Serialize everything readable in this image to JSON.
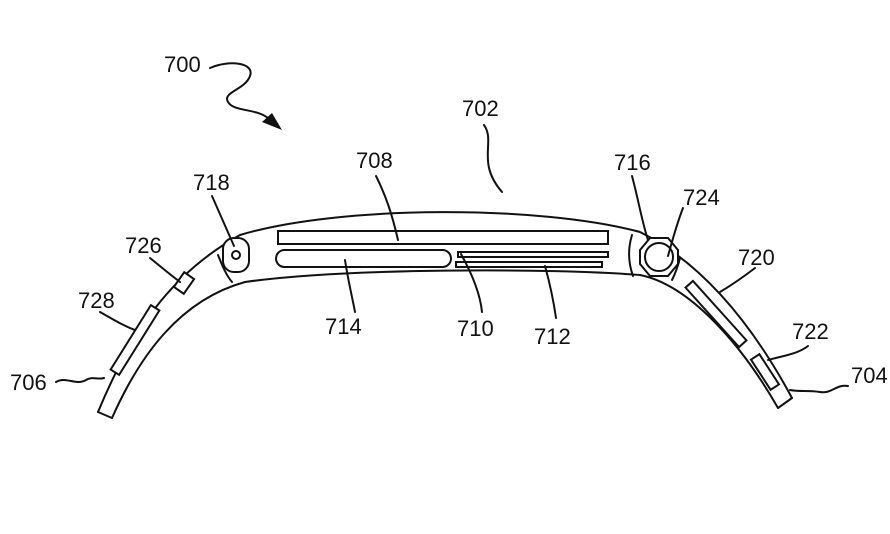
{
  "diagram": {
    "line_color": "#111111",
    "background": "#ffffff",
    "labels": {
      "l700": "700",
      "l702": "702",
      "l704": "704",
      "l706": "706",
      "l708": "708",
      "l710": "710",
      "l712": "712",
      "l714": "714",
      "l716": "716",
      "l718": "718",
      "l720": "720",
      "l722": "722",
      "l724": "724",
      "l726": "726",
      "l728": "728"
    }
  }
}
